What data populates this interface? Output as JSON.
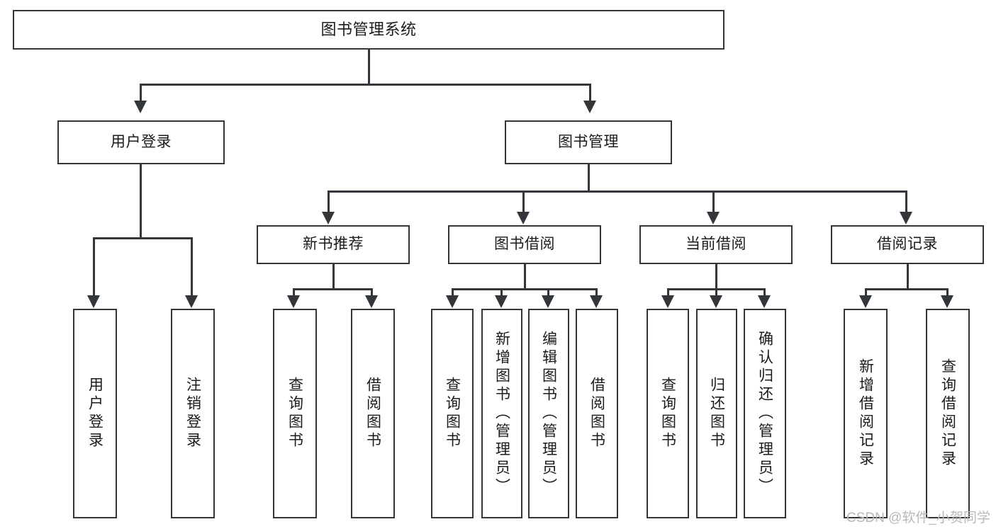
{
  "diagram": {
    "title": "图书管理系统",
    "type": "tree-hierarchy",
    "watermark": "CSDN @软件_小贺同学",
    "colors": {
      "stroke": "#33373b",
      "fill": "#ffffff",
      "text": "#1b1b1b",
      "watermark": "#b9b9b9"
    },
    "root": {
      "label": "图书管理系统"
    },
    "level2": [
      {
        "id": "user-login",
        "label": "用户登录"
      },
      {
        "id": "book-management",
        "label": "图书管理"
      }
    ],
    "level3": [
      {
        "id": "new-book-recommend",
        "label": "新书推荐",
        "parent": "book-management"
      },
      {
        "id": "book-borrow",
        "label": "图书借阅",
        "parent": "book-management"
      },
      {
        "id": "current-borrow",
        "label": "当前借阅",
        "parent": "book-management"
      },
      {
        "id": "borrow-record",
        "label": "借阅记录",
        "parent": "book-management"
      }
    ],
    "leaves": {
      "user_login": [
        {
          "id": "leaf-user-login",
          "label": "用户登录"
        },
        {
          "id": "leaf-logout-login",
          "label": "注销登录"
        }
      ],
      "new_book_recommend": [
        {
          "id": "leaf-query-book-1",
          "label": "查询图书"
        },
        {
          "id": "leaf-borrow-book-1",
          "label": "借阅图书"
        }
      ],
      "book_borrow": [
        {
          "id": "leaf-query-book-2",
          "label": "查询图书"
        },
        {
          "id": "leaf-add-book",
          "label": "新增图书（管理员）"
        },
        {
          "id": "leaf-edit-book",
          "label": "编辑图书（管理员）"
        },
        {
          "id": "leaf-borrow-book-2",
          "label": "借阅图书"
        }
      ],
      "current_borrow": [
        {
          "id": "leaf-query-book-3",
          "label": "查询图书"
        },
        {
          "id": "leaf-return-book",
          "label": "归还图书"
        },
        {
          "id": "leaf-confirm-return",
          "label": "确认归还（管理员）"
        }
      ],
      "borrow_record": [
        {
          "id": "leaf-add-record",
          "label": "新增借阅记录"
        },
        {
          "id": "leaf-query-record",
          "label": "查询借阅记录"
        }
      ]
    }
  }
}
